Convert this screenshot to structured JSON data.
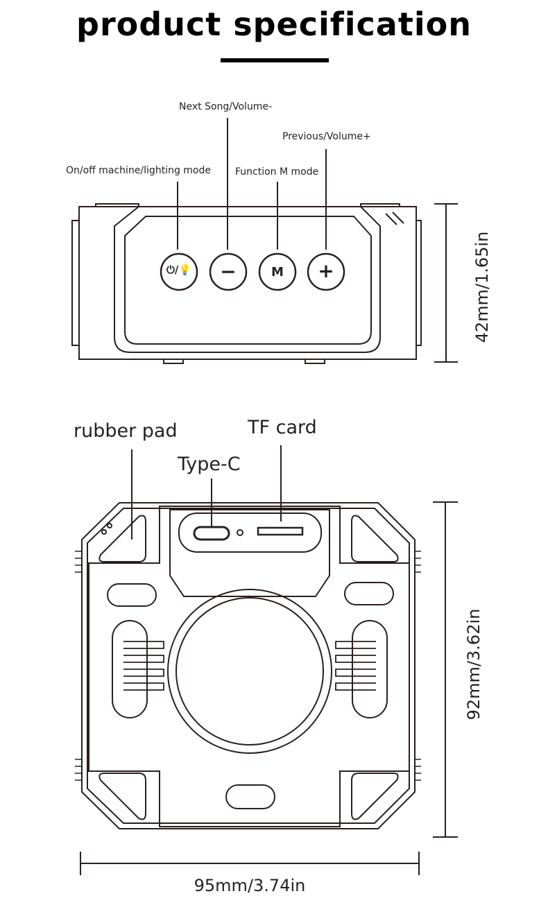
{
  "title": "product specification",
  "top_view": {
    "labels": {
      "next_song": "Next Song/Volume-",
      "previous": "Previous/Volume+",
      "onoff": "On/off machine/lighting mode",
      "function": "Function M mode"
    },
    "buttons": {
      "power_symbol": "⏻/💡",
      "minus_symbol": "−",
      "mode_symbol": "M",
      "plus_symbol": "+"
    },
    "height_dimension": "42mm/1.65in"
  },
  "bottom_view": {
    "labels": {
      "rubber_pad": "rubber pad",
      "tf_card": "TF card",
      "type_c": "Type-C"
    },
    "height_dimension": "92mm/3.62in",
    "width_dimension": "95mm/3.74in"
  }
}
